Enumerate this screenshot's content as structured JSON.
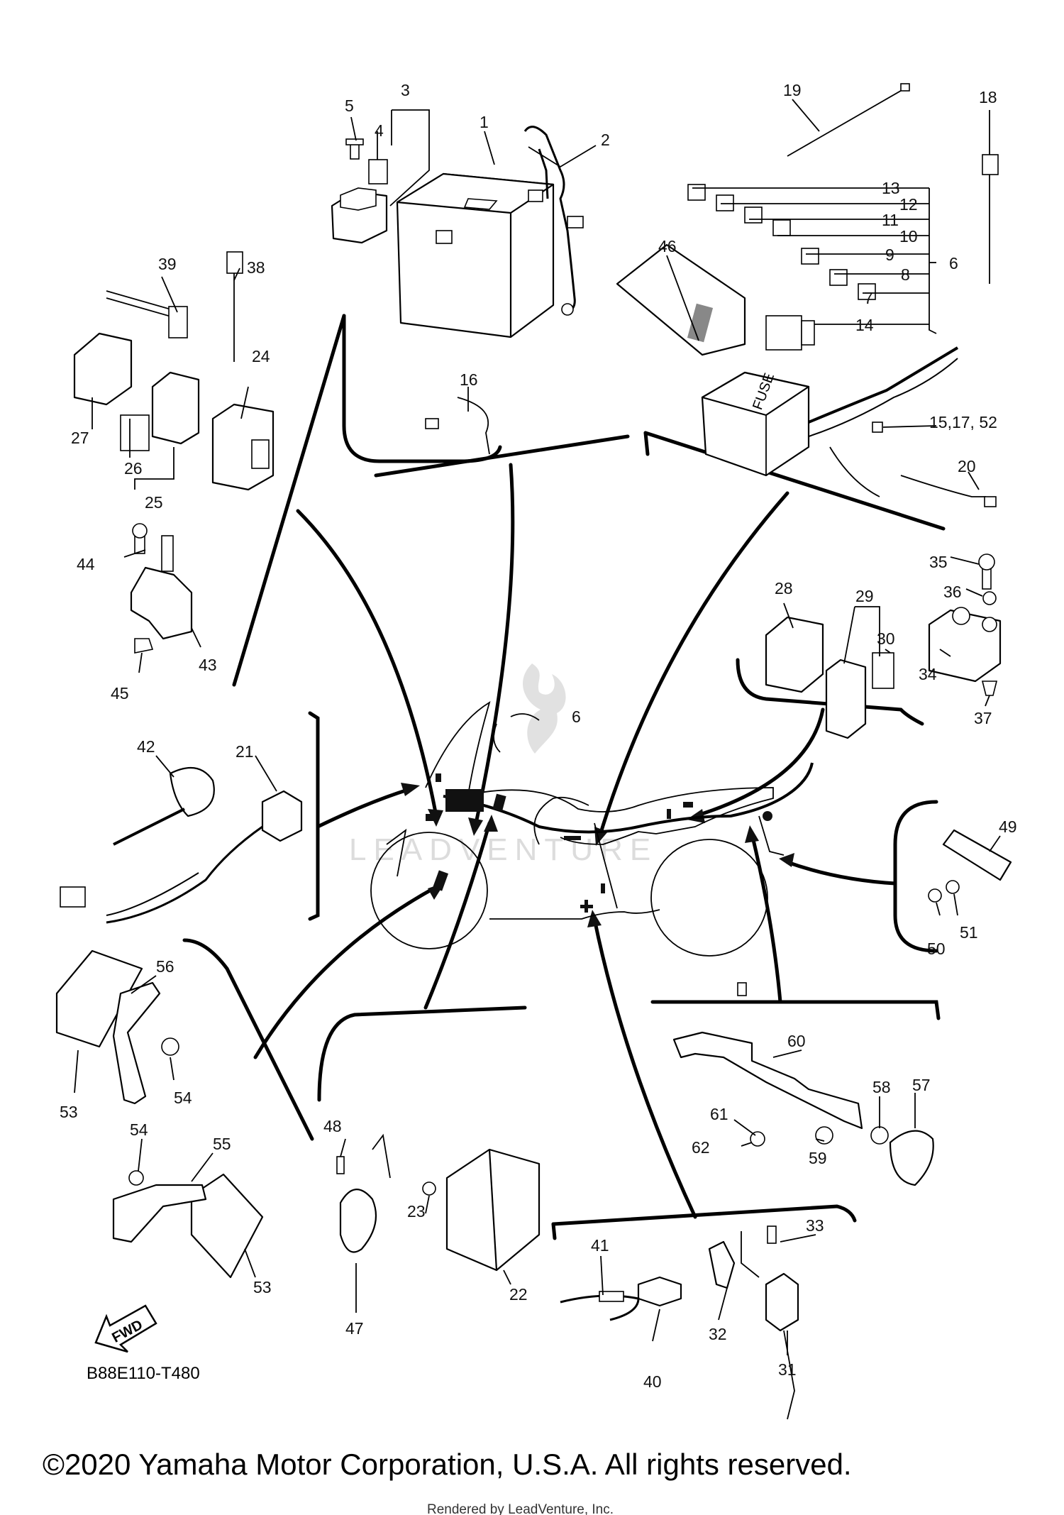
{
  "diagram": {
    "catalog_code": "B88E110-T480",
    "fwd_label": "FWD",
    "fuse_box_label": "FUSE",
    "watermark_text": "LEADVENTURE",
    "copyright": "©2020 Yamaha Motor Corporation, U.S.A. All rights reserved.",
    "rendered_by": "Rendered by LeadVenture, Inc.",
    "callouts": {
      "c1": "1",
      "c2": "2",
      "c3": "3",
      "c4": "4",
      "c5": "5",
      "c6a": "6",
      "c6b": "6",
      "c7": "7",
      "c8": "8",
      "c9": "9",
      "c10": "10",
      "c11": "11",
      "c12": "12",
      "c13": "13",
      "c14": "14",
      "c15": "15,17, 52",
      "c16": "16",
      "c18": "18",
      "c19": "19",
      "c20": "20",
      "c21": "21",
      "c22": "22",
      "c23": "23",
      "c24": "24",
      "c25": "25",
      "c26": "26",
      "c27": "27",
      "c28": "28",
      "c29": "29",
      "c30": "30",
      "c31": "31",
      "c32": "32",
      "c33": "33",
      "c34": "34",
      "c35": "35",
      "c36": "36",
      "c37": "37",
      "c38": "38",
      "c39": "39",
      "c40": "40",
      "c41": "41",
      "c42": "42",
      "c43": "43",
      "c44": "44",
      "c45": "45",
      "c46": "46",
      "c47": "47",
      "c48": "48",
      "c49": "49",
      "c50": "50",
      "c51": "51",
      "c53a": "53",
      "c53b": "53",
      "c54a": "54",
      "c54b": "54",
      "c55": "55",
      "c56": "56",
      "c57": "57",
      "c58": "58",
      "c59": "59",
      "c60": "60",
      "c61": "61",
      "c62": "62"
    }
  }
}
